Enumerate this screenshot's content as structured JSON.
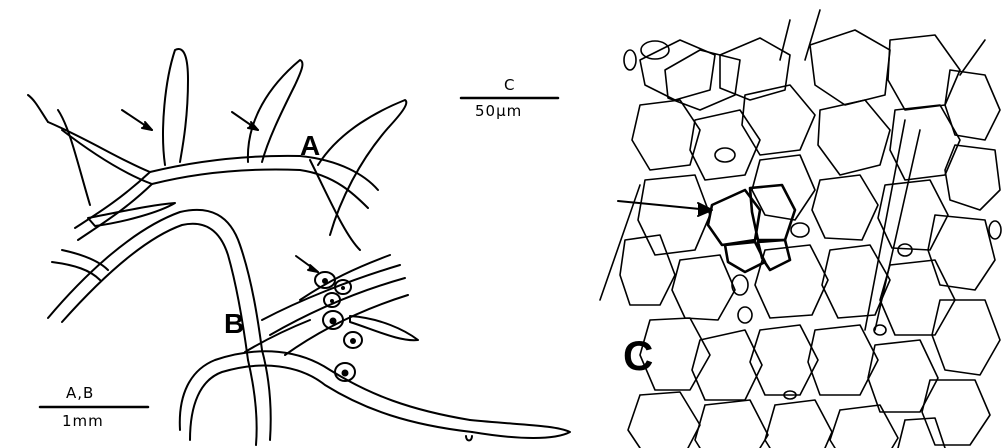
{
  "panels": [
    {
      "id": "A",
      "label": "A"
    },
    {
      "id": "B",
      "label": "B"
    },
    {
      "id": "C",
      "label": "C"
    }
  ],
  "scale_bars": {
    "ab": {
      "label": "A,B",
      "length": "1mm"
    },
    "c": {
      "label": "C",
      "length": "50µm"
    }
  },
  "colors": {
    "ink": "#000000",
    "background": "#ffffff"
  }
}
